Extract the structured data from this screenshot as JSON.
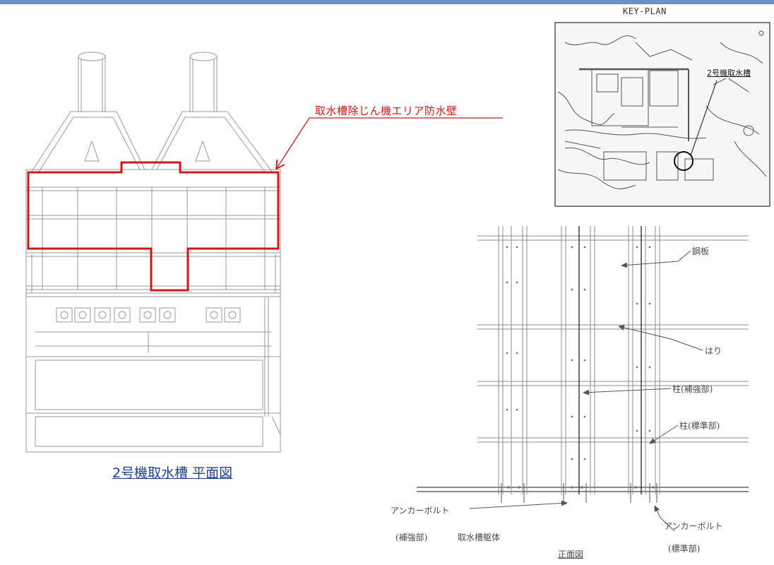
{
  "header": {
    "accent_color": "#6a8fc7"
  },
  "plan_view": {
    "callout": "取水槽除じん機エリア防水壁",
    "caption": "2号機取水槽  平面図",
    "callout_color": "#d01818"
  },
  "key_plan": {
    "title": "KEY-PLAN",
    "marker_label": "2号機取水槽"
  },
  "front_view": {
    "labels": {
      "steel_plate": "鋼板",
      "beam": "はり",
      "column_reinforced": "柱(補強部)",
      "column_standard": "柱(標準部)",
      "anchor_bolt_left": "アンカーボルト",
      "anchor_reinforced": "(補強部)",
      "intake_body": "取水槽躯体",
      "anchor_bolt_right": "アンカーボルト",
      "anchor_standard": "(標準部)"
    },
    "caption": "正面図"
  }
}
